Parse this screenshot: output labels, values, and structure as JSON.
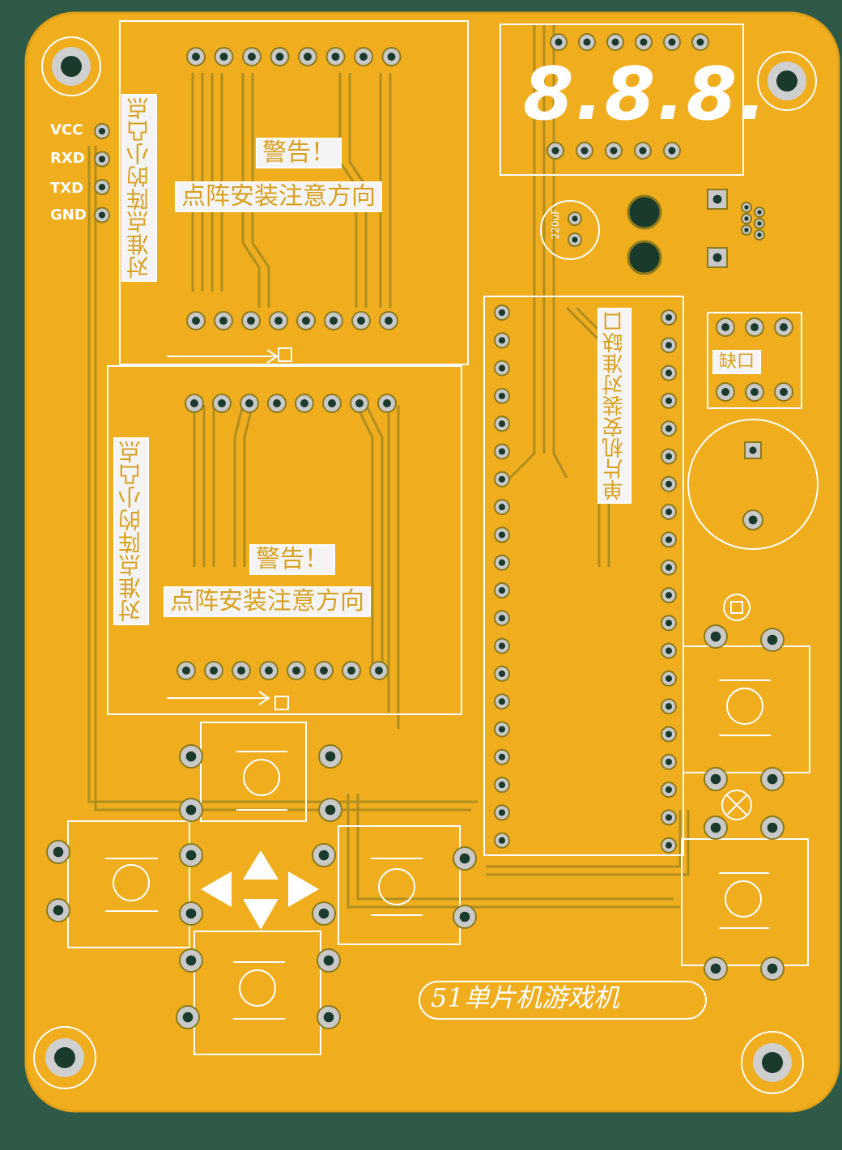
{
  "board": {
    "colors": {
      "background": "#2f5a48",
      "solder_mask": "#f0ad1e",
      "trace": "#8a7a1c",
      "silkscreen": "#ffffff",
      "pad": "#c9c9c9",
      "hole": "#1a3a2c"
    },
    "header_labels": [
      "VCC",
      "RXD",
      "TXD",
      "GND"
    ],
    "warning_title": "警告！",
    "warning_text": "点阵安装注意方向",
    "align_text": "对准点阵的小凸点",
    "display_digits": "8.8.8.",
    "mcu_text": "单片机安装对准缺口",
    "notch_label": "缺口",
    "capacitor_marking": "220uF",
    "brand": "51单片机游戏机"
  }
}
